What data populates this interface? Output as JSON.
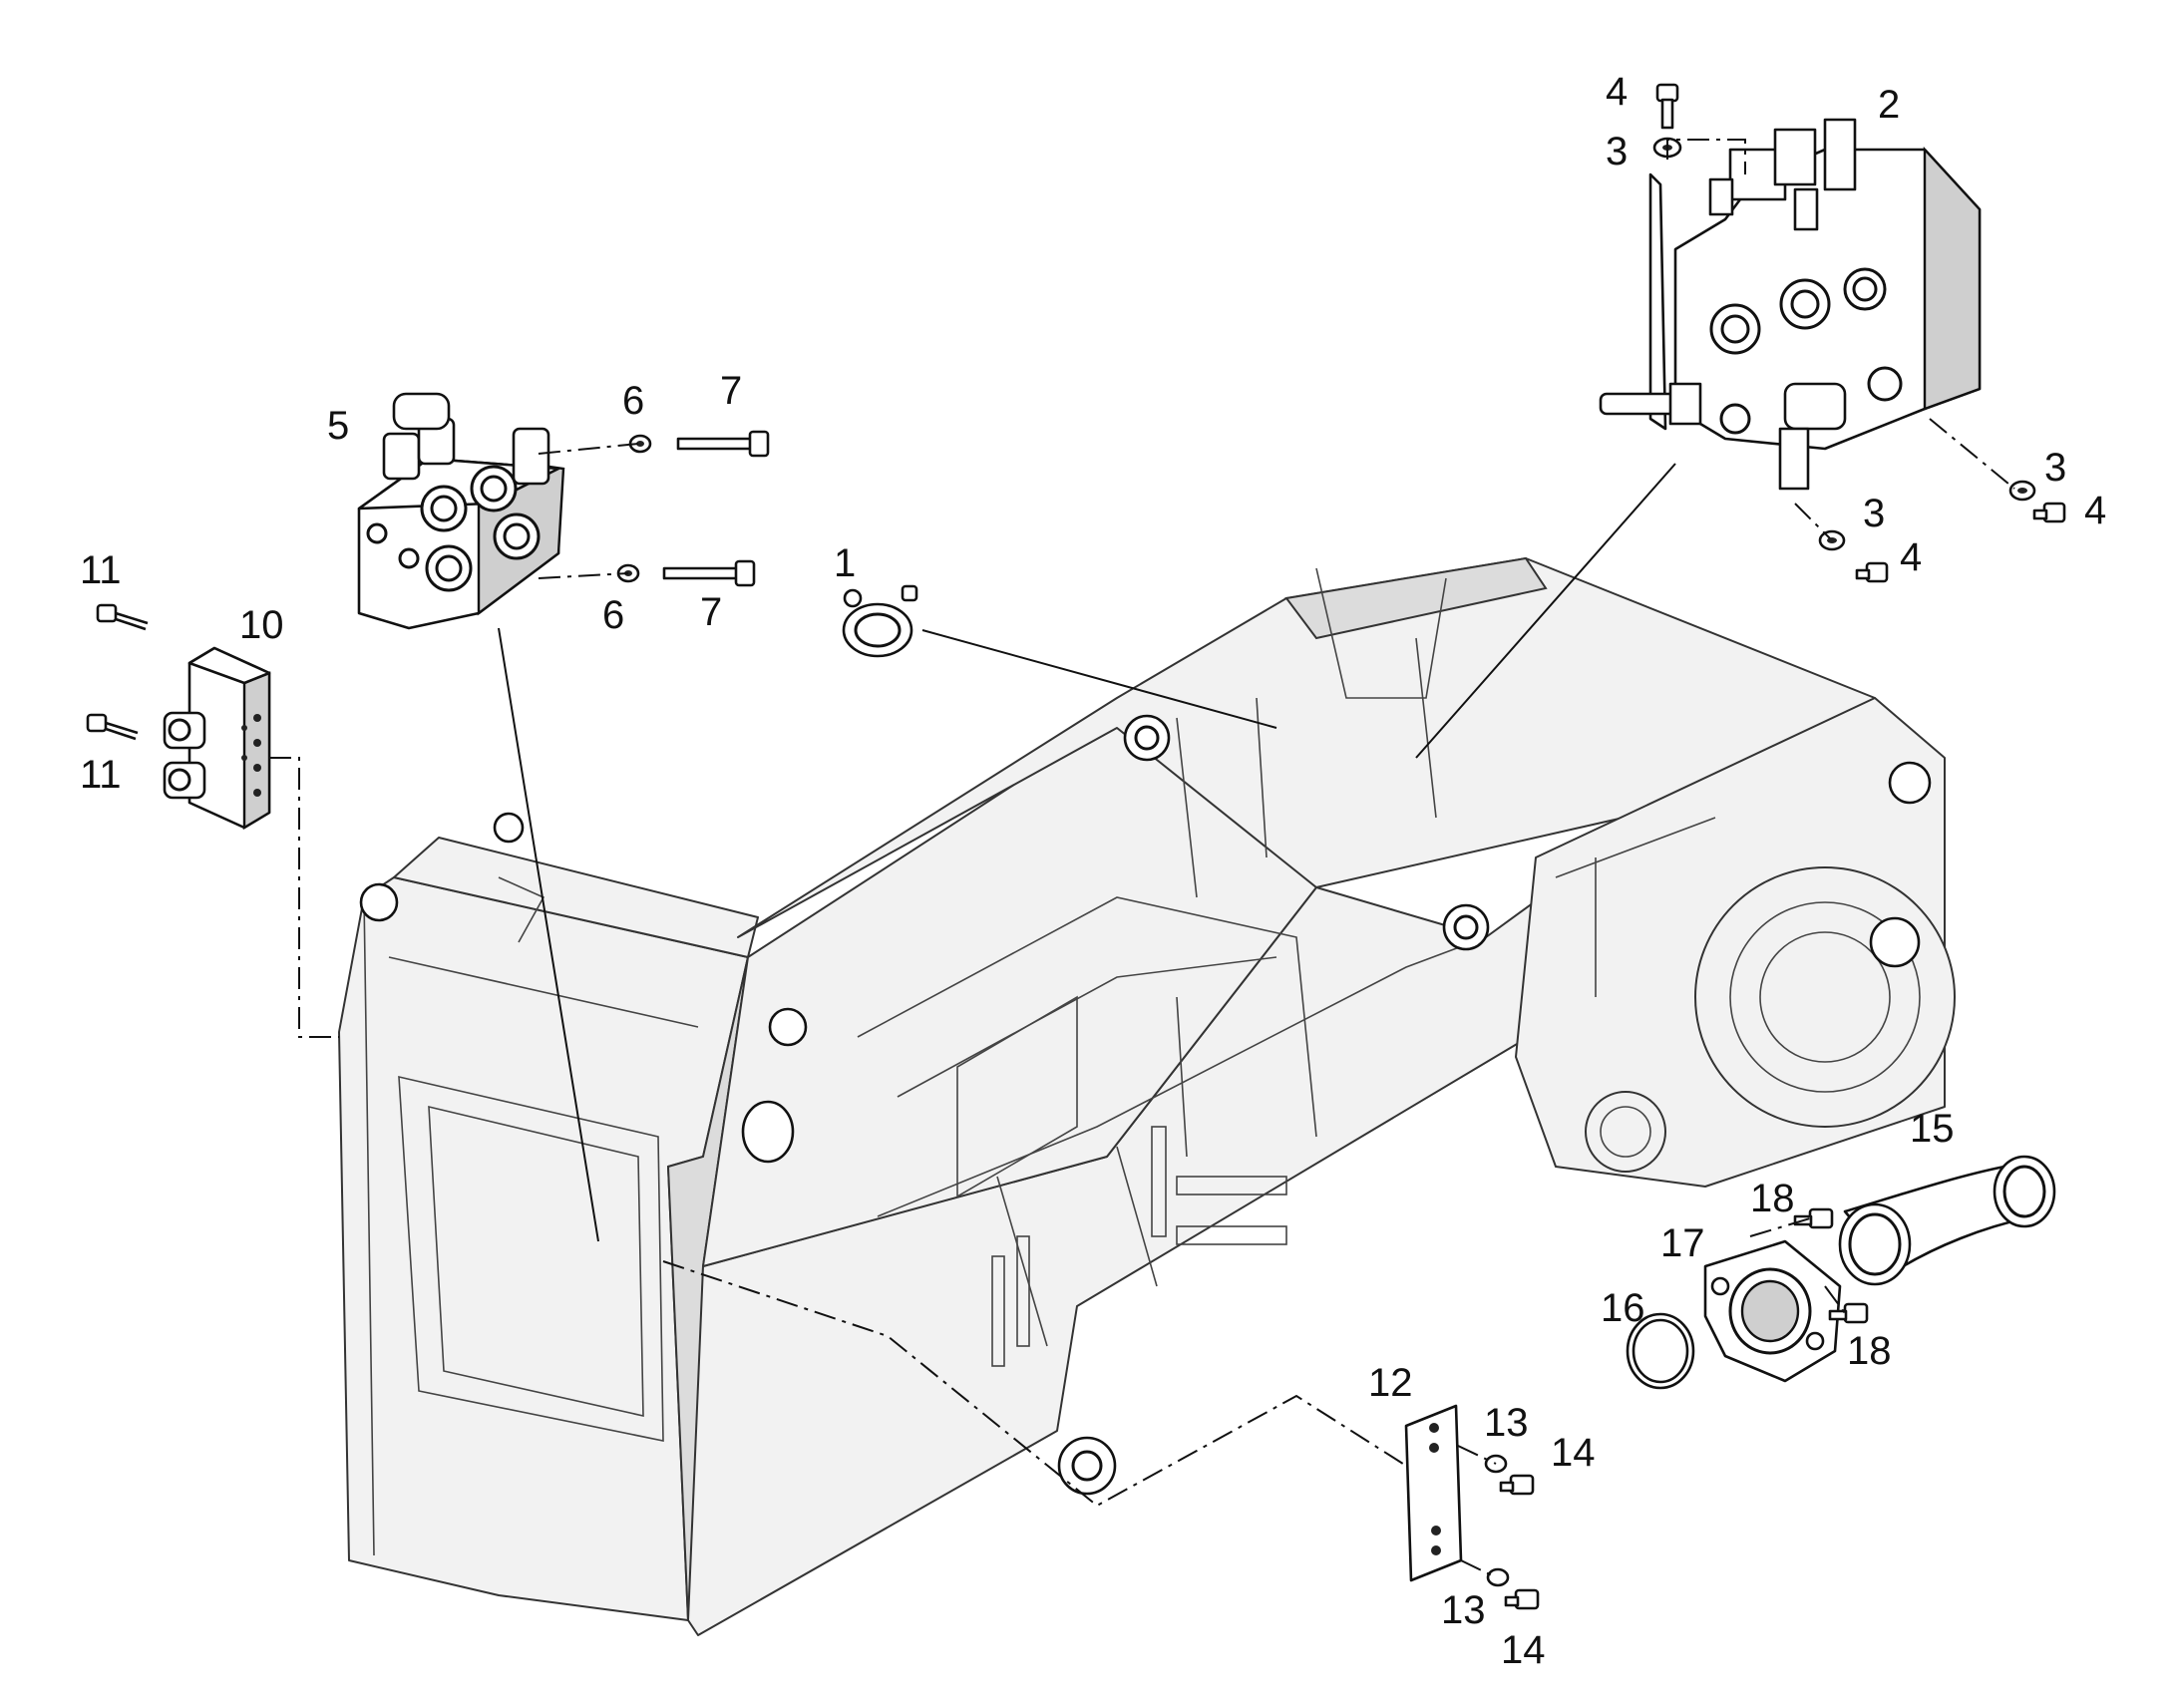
{
  "diagram": {
    "callouts": [
      {
        "id": "1",
        "text": "1"
      },
      {
        "id": "2",
        "text": "2"
      },
      {
        "id": "3a",
        "text": "3"
      },
      {
        "id": "3b",
        "text": "3"
      },
      {
        "id": "3c",
        "text": "3"
      },
      {
        "id": "4a",
        "text": "4"
      },
      {
        "id": "4b",
        "text": "4"
      },
      {
        "id": "4c",
        "text": "4"
      },
      {
        "id": "5",
        "text": "5"
      },
      {
        "id": "6a",
        "text": "6"
      },
      {
        "id": "6b",
        "text": "6"
      },
      {
        "id": "7a",
        "text": "7"
      },
      {
        "id": "7b",
        "text": "7"
      },
      {
        "id": "10",
        "text": "10"
      },
      {
        "id": "11a",
        "text": "11"
      },
      {
        "id": "11b",
        "text": "11"
      },
      {
        "id": "12",
        "text": "12"
      },
      {
        "id": "13a",
        "text": "13"
      },
      {
        "id": "13b",
        "text": "13"
      },
      {
        "id": "14a",
        "text": "14"
      },
      {
        "id": "14b",
        "text": "14"
      },
      {
        "id": "15",
        "text": "15"
      },
      {
        "id": "16",
        "text": "16"
      },
      {
        "id": "17",
        "text": "17"
      },
      {
        "id": "18a",
        "text": "18"
      },
      {
        "id": "18b",
        "text": "18"
      }
    ]
  }
}
